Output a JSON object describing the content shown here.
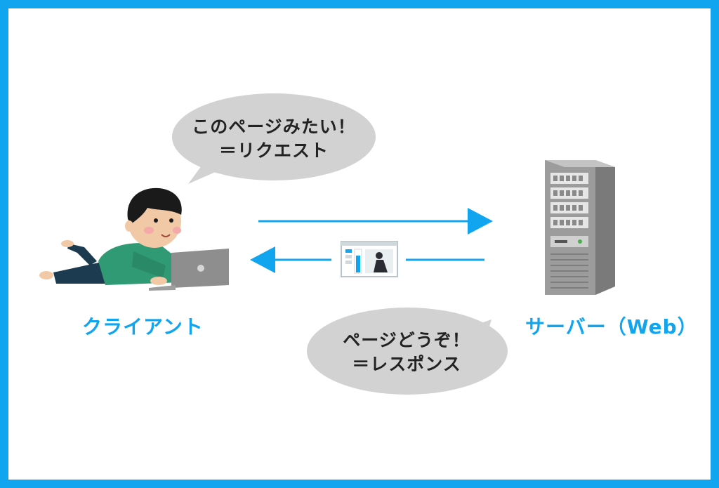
{
  "request_bubble": {
    "line1": "このページみたい！",
    "line2": "＝リクエスト"
  },
  "response_bubble": {
    "line1": "ページどうぞ！",
    "line2": "＝レスポンス"
  },
  "client_label": "クライアント",
  "server_label": "サーバー（Web）",
  "colors": {
    "frame": "#11a5f0",
    "arrow": "#11a5f0",
    "bubble": "#d2d2d2",
    "label": "#11a5f0",
    "server_body": "#8e8e8e",
    "shirt": "#2f9a73"
  },
  "icons": [
    "person-lying-with-laptop-icon",
    "server-tower-icon",
    "web-page-icon"
  ]
}
